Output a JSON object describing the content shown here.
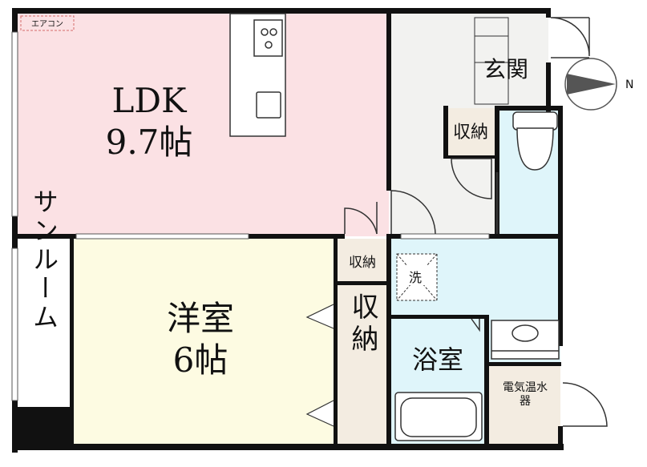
{
  "rooms": {
    "ldk": {
      "name": "LDK",
      "size": "9.7帖"
    },
    "western": {
      "name": "洋室",
      "size": "6帖"
    },
    "sunroom": {
      "name": "サンルーム"
    },
    "entrance": {
      "name": "玄関"
    },
    "bath": {
      "name": "浴室"
    }
  },
  "labels": {
    "aircon": "エアコン",
    "storage_entrance": "収納",
    "storage_small": "収納",
    "storage_big": "収納",
    "washer": "洗",
    "water_heater": "電気温水器",
    "north": "N"
  },
  "colors": {
    "ldk": "#fbe1e4",
    "western": "#fdfbe2",
    "wet": "#dff5fa",
    "entrance": "#f2f2f0",
    "storage": "#f3ece1",
    "wall": "#111111"
  }
}
